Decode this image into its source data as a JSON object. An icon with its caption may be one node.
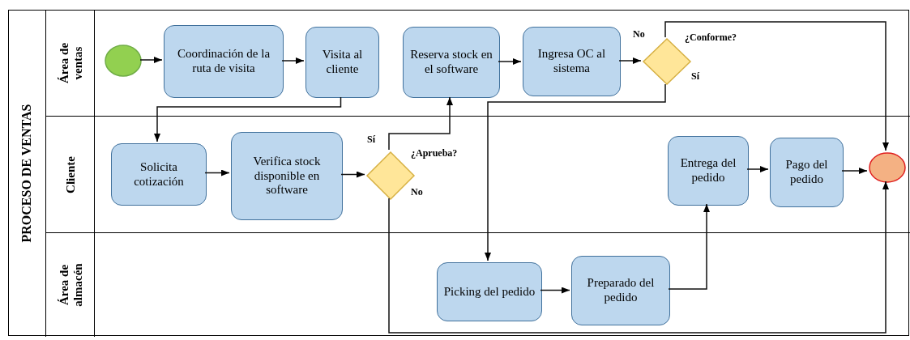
{
  "diagram": {
    "nodes": [
      {
        "text": [
          "PROCESO DE VENTAS"
        ]
      },
      {
        "text": [
          "Área de ventas"
        ],
        "in": 0
      },
      {
        "text": [
          "Cliente"
        ],
        "in": 0
      },
      {
        "text": [
          "Área de almacén"
        ],
        "in": 0
      },
      {
        "text": [],
        "shape": "circle",
        "in": 1
      },
      {
        "text": [
          "Coordinación de la ruta de visita"
        ],
        "in": 1
      },
      {
        "text": [
          "Visita al cliente"
        ],
        "in": 1
      },
      {
        "text": [
          "Reserva stock en el software"
        ],
        "in": 1
      },
      {
        "text": [
          "Ingresa OC al sistema"
        ],
        "in": 1
      },
      {
        "text": [],
        "shape": "diamond",
        "in": 1,
        "beside": [
          "¿Conforme?"
        ]
      },
      {
        "text": [
          "Solicita cotización"
        ],
        "in": 2
      },
      {
        "text": [
          "Verifica stock disponible en software"
        ],
        "in": 2
      },
      {
        "text": [],
        "shape": "diamond",
        "in": 2,
        "beside": [
          "¿Aprueba?"
        ]
      },
      {
        "text": [
          "Entrega del pedido"
        ],
        "in": 2
      },
      {
        "text": [
          "Pago del pedido"
        ],
        "in": 2
      },
      {
        "text": [],
        "shape": "circle",
        "in": 2
      },
      {
        "text": [
          "Picking del pedido"
        ],
        "in": 3
      },
      {
        "text": [
          "Preparado del pedido"
        ],
        "in": 3
      }
    ],
    "edges": [
      {
        "from": 4,
        "to": 5,
        "arrow": "to"
      },
      {
        "from": 5,
        "to": 6,
        "arrow": "to"
      },
      {
        "from": 6,
        "to": 10,
        "arrow": "to"
      },
      {
        "from": 10,
        "to": 11,
        "arrow": "to"
      },
      {
        "from": 11,
        "to": 12,
        "arrow": "to"
      },
      {
        "from": 12,
        "to": 7,
        "arrow": "to",
        "label": "Sí"
      },
      {
        "from": 12,
        "to": 15,
        "arrow": "to",
        "label": "No"
      },
      {
        "from": 7,
        "to": 8,
        "arrow": "to"
      },
      {
        "from": 8,
        "to": 9,
        "arrow": "to"
      },
      {
        "from": 9,
        "to": 15,
        "arrow": "to",
        "label": "No"
      },
      {
        "from": 9,
        "to": 16,
        "arrow": "to",
        "label": "Sí"
      },
      {
        "from": 16,
        "to": 17,
        "arrow": "to"
      },
      {
        "from": 17,
        "to": 13,
        "arrow": "to"
      },
      {
        "from": 13,
        "to": 14,
        "arrow": "to"
      },
      {
        "from": 14,
        "to": 15,
        "arrow": "to"
      }
    ]
  }
}
